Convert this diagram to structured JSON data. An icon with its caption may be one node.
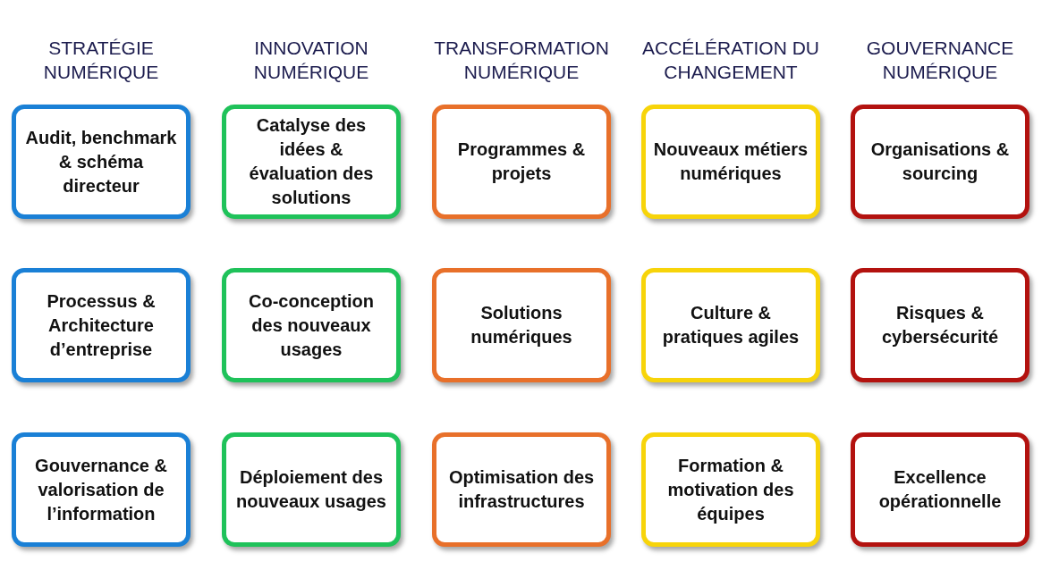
{
  "diagram": {
    "nodes": [
      {
        "text": [
          "Audit, benchmark & schéma directeur"
        ]
      },
      {
        "text": [
          "Catalyse des idées & évaluation des solutions"
        ]
      },
      {
        "text": [
          "Programmes & projets"
        ]
      },
      {
        "text": [
          "Nouveaux métiers numériques"
        ]
      },
      {
        "text": [
          "Organisations & sourcing"
        ]
      },
      {
        "text": [
          "Processus & Architecture d’entreprise"
        ]
      },
      {
        "text": [
          "Co-conception des nouveaux usages"
        ]
      },
      {
        "text": [
          "Solutions numériques"
        ]
      },
      {
        "text": [
          "Culture & pratiques agiles"
        ]
      },
      {
        "text": [
          "Risques & cybersécurité"
        ]
      },
      {
        "text": [
          "Gouvernance & valorisation de l’information"
        ]
      },
      {
        "text": [
          "Déploiement des nouveaux usages"
        ]
      },
      {
        "text": [
          "Optimisation des infrastructures"
        ]
      },
      {
        "text": [
          "Formation & motivation des équipes"
        ]
      },
      {
        "text": [
          "Excellence opérationnelle"
        ]
      }
    ],
    "labels": [
      "STRATÉGIE NUMÉRIQUE",
      "INNOVATION NUMÉRIQUE",
      "TRANSFORMATION NUMÉRIQUE",
      "ACCÉLÉRATION DU CHANGEMENT",
      "GOUVERNANCE NUMÉRIQUE"
    ]
  }
}
